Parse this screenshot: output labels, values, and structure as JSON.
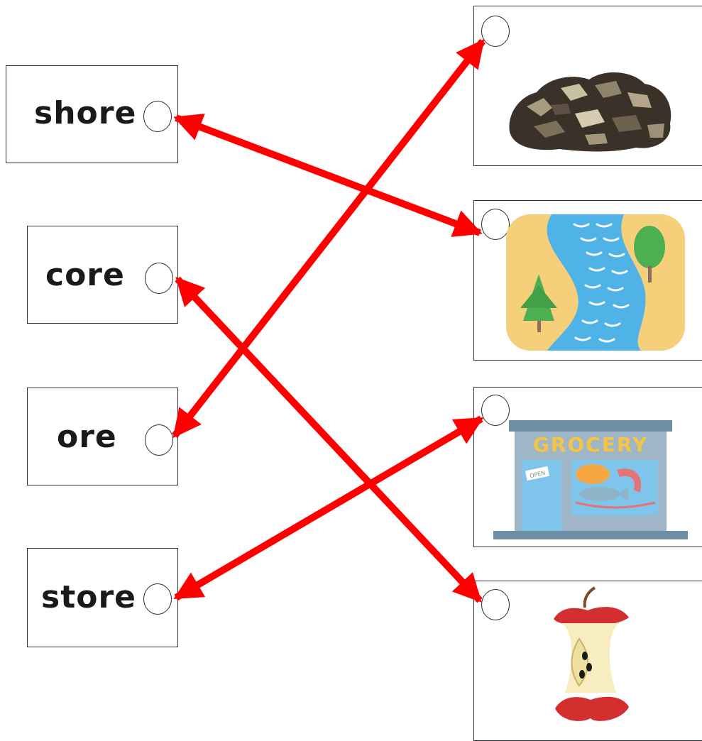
{
  "words": [
    {
      "id": "shore",
      "label": "shore"
    },
    {
      "id": "core",
      "label": "core"
    },
    {
      "id": "ore",
      "label": "ore"
    },
    {
      "id": "store",
      "label": "store"
    }
  ],
  "pictures": [
    {
      "id": "rock",
      "icon": "rock-icon"
    },
    {
      "id": "river-shore",
      "icon": "river-shore-icon"
    },
    {
      "id": "grocery-store",
      "icon": "grocery-store-icon",
      "sign_text": "GROCERY",
      "open_sign": "OPEN"
    },
    {
      "id": "apple-core",
      "icon": "apple-core-icon"
    }
  ],
  "matches": [
    {
      "word": "shore",
      "picture": "river-shore"
    },
    {
      "word": "core",
      "picture": "apple-core"
    },
    {
      "word": "ore",
      "picture": "rock"
    },
    {
      "word": "store",
      "picture": "grocery-store"
    }
  ],
  "colors": {
    "arrow": "#ff0000",
    "border": "#2b2f3a",
    "water": "#4fb3e8",
    "sand": "#f5cf7a",
    "tree": "#4caf50",
    "store_body": "#9fb6c8",
    "store_sign": "#f4c542",
    "apple_red": "#d32f2f"
  }
}
